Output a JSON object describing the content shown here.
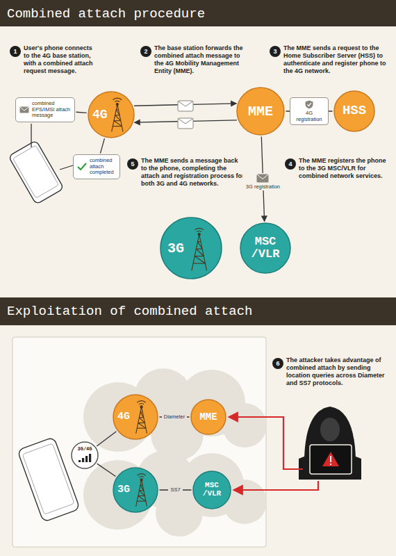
{
  "diagram": {
    "title": "Combined attach procedure",
    "nodes": [
      {
        "text": [
          "4G"
        ]
      },
      {
        "text": [
          "MME"
        ]
      },
      {
        "text": [
          "HSS"
        ]
      },
      {
        "text": [
          "3G"
        ]
      },
      {
        "text": [
          "MSC /VLR"
        ]
      },
      {
        "text": [
          "combined EPS/IMSI attach message"
        ]
      },
      {
        "text": [
          "combined attach completed"
        ]
      },
      {
        "text": [
          "4G"
        ]
      },
      {
        "text": [
          "MME"
        ]
      },
      {
        "text": [
          "3G"
        ]
      },
      {
        "text": [
          "MSC /VLR"
        ]
      },
      {
        "text": [
          "3G/4G"
        ]
      }
    ],
    "edges": [
      {
        "from": 0,
        "to": 1,
        "arrow": "to"
      },
      {
        "from": 1,
        "to": 0,
        "arrow": "to"
      },
      {
        "from": 1,
        "to": 2,
        "label": "4G registration",
        "arrow": "none"
      },
      {
        "from": 1,
        "to": 4,
        "label": "3G registration",
        "arrow": "to"
      },
      {
        "from": 5,
        "to": 0,
        "arrow": "none"
      },
      {
        "from": 0,
        "to": 6,
        "arrow": "none"
      },
      {
        "from": 7,
        "to": 8,
        "label": "Diameter",
        "arrow": "none"
      },
      {
        "from": 9,
        "to": 10,
        "label": "SS7",
        "arrow": "none"
      },
      {
        "from": 11,
        "to": 7,
        "arrow": "none"
      },
      {
        "from": 11,
        "to": 9,
        "arrow": "none"
      }
    ],
    "labels": [
      "Exploitation of combined attach",
      "1",
      "User's phone connects to the 4G base station, with a combined attach request message.",
      "2",
      "The base station forwards the combined attach message to the 4G Mobility Management Entity (MME).",
      "3",
      "The MME sends a request to the Home Subscriber Server (HSS) to authenticate and register phone to the 4G network.",
      "4",
      "The MME registers the phone to the 3G MSC/VLR for combined network services.",
      "5",
      "The MME sends a message back to the phone, completing the attach and registration process for both 3G and 4G networks.",
      "6",
      "The attacker takes advantage of combined attach by sending location queries across Diameter and SS7 protocols."
    ]
  }
}
